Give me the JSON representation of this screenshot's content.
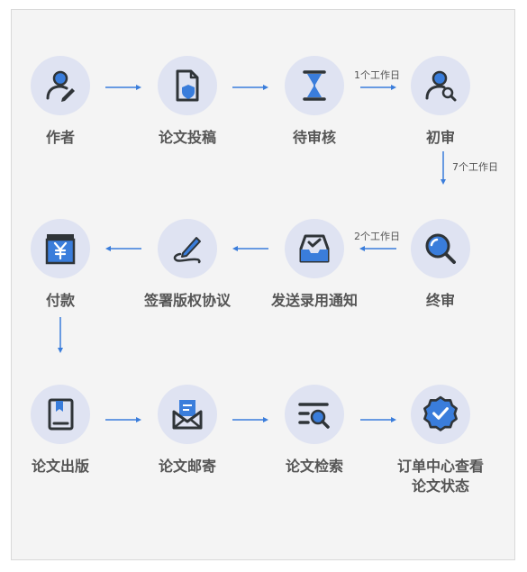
{
  "colors": {
    "accent": "#3a7ddb",
    "dark": "#2f3438",
    "circle": "#dfe3f2",
    "label": "#555555",
    "panel": "#f4f4f4"
  },
  "steps": [
    {
      "label": "作者",
      "icon": "author-edit-icon"
    },
    {
      "label": "论文投稿",
      "icon": "document-shield-icon"
    },
    {
      "label": "待审核",
      "icon": "hourglass-icon"
    },
    {
      "label": "初审",
      "icon": "user-search-icon"
    },
    {
      "label": "终审",
      "icon": "magnifier-icon"
    },
    {
      "label": "发送录用通知",
      "icon": "inbox-check-icon"
    },
    {
      "label": "签署版权协议",
      "icon": "pen-signature-icon"
    },
    {
      "label": "付款",
      "icon": "yen-payment-icon"
    },
    {
      "label": "论文出版",
      "icon": "book-icon"
    },
    {
      "label": "论文邮寄",
      "icon": "mail-envelope-icon"
    },
    {
      "label": "论文检索",
      "icon": "search-list-icon"
    },
    {
      "label": "订单中心查看",
      "label_line2": "论文状态",
      "icon": "verified-badge-icon"
    }
  ],
  "durations": {
    "to_first_review": "1个工作日",
    "to_final_review": "7个工作日",
    "to_notification": "2个工作日"
  }
}
